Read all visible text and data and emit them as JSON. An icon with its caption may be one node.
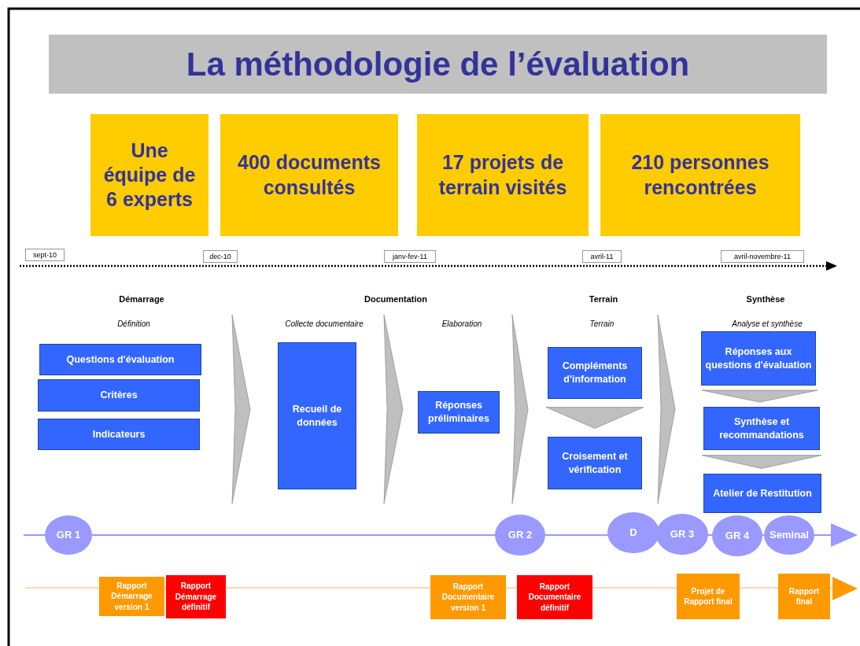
{
  "diagram": {
    "title": "La méthodologie de l’évaluation",
    "nodes": [
      {
        "text": [
          "Une équipe de 6 experts"
        ]
      },
      {
        "text": [
          "400 documents consultés"
        ]
      },
      {
        "text": [
          "17 projets de terrain visités"
        ]
      },
      {
        "text": [
          "210 personnes rencontrées"
        ]
      },
      {
        "text": [
          "sept-10"
        ]
      },
      {
        "text": [
          "dec-10"
        ]
      },
      {
        "text": [
          "janv-fev-11"
        ]
      },
      {
        "text": [
          "avril-11"
        ]
      },
      {
        "text": [
          "avril-novembre-11"
        ]
      },
      {
        "text": [
          "Questions d'évaluation"
        ]
      },
      {
        "text": [
          "Critères"
        ]
      },
      {
        "text": [
          "Indicateurs"
        ]
      },
      {
        "text": [
          "Recueil de données"
        ]
      },
      {
        "text": [
          "Réponses préliminaires"
        ]
      },
      {
        "text": [
          "Compléments d'information"
        ]
      },
      {
        "text": [
          "Croisement et vérification"
        ]
      },
      {
        "text": [
          "Réponses aux questions d'évaluation"
        ]
      },
      {
        "text": [
          "Synthèse et recommandations"
        ]
      },
      {
        "text": [
          "Atelier de Restitution"
        ]
      },
      {
        "text": [
          "GR 1"
        ]
      },
      {
        "text": [
          "GR 2"
        ]
      },
      {
        "text": [
          "D"
        ]
      },
      {
        "text": [
          "GR 3"
        ]
      },
      {
        "text": [
          "GR 4"
        ]
      },
      {
        "text": [
          "Seminal"
        ]
      },
      {
        "text": [
          "Rapport Démarrage version 1"
        ]
      },
      {
        "text": [
          "Rapport Démarrage définitif"
        ]
      },
      {
        "text": [
          "Rapport Documentaire version 1"
        ]
      },
      {
        "text": [
          "Rapport Documentaire définitif"
        ]
      },
      {
        "text": [
          "Projet de Rapport final"
        ]
      },
      {
        "text": [
          "Rapport final"
        ]
      }
    ],
    "edges": [
      {
        "from": 14,
        "to": 15,
        "arrow": "to"
      },
      {
        "from": 16,
        "to": 17,
        "arrow": "to"
      },
      {
        "from": 17,
        "to": 18,
        "arrow": "to"
      }
    ],
    "labels": [
      "Démarrage",
      "Documentation",
      "Terrain",
      "Synthèse",
      "Définition",
      "Collecte documentaire",
      "Elaboration",
      "Terrain",
      "Analyse et synthèse"
    ]
  }
}
